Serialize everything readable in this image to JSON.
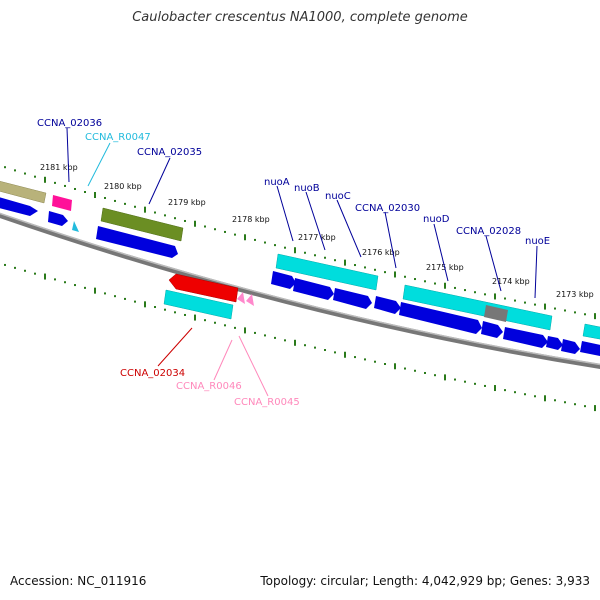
{
  "title": "Caulobacter crescentus NA1000, complete genome",
  "accession_text": "Accession: NC_011916",
  "summary_text": "Topology: circular; Length: 4,042,929 bp; Genes: 3,933",
  "colors": {
    "background": "#ffffff",
    "backbone": "#777777",
    "tick": "#2a7a1a",
    "cds": "#0000dd",
    "gene": "#00dddd",
    "trna": "#ff88cc",
    "rrna": "#dd0000",
    "label_blue": "#000099",
    "label_cyan": "#22bbdd",
    "label_pink": "#ff88bb",
    "label_red": "#cc0000"
  },
  "kbp_labels": [
    "2181 kbp",
    "2180 kbp",
    "2179 kbp",
    "2178 kbp",
    "2177 kbp",
    "2176 kbp",
    "2175 kbp",
    "2174 kbp",
    "2173 kbp"
  ],
  "gene_labels": [
    {
      "text": "CCNA_02036",
      "color_key": "label_blue"
    },
    {
      "text": "CCNA_R0047",
      "color_key": "label_cyan"
    },
    {
      "text": "CCNA_02035",
      "color_key": "label_blue"
    },
    {
      "text": "nuoA",
      "color_key": "label_blue"
    },
    {
      "text": "nuoB",
      "color_key": "label_blue"
    },
    {
      "text": "nuoC",
      "color_key": "label_blue"
    },
    {
      "text": "CCNA_02030",
      "color_key": "label_blue"
    },
    {
      "text": "nuoD",
      "color_key": "label_blue"
    },
    {
      "text": "CCNA_02028",
      "color_key": "label_blue"
    },
    {
      "text": "nuoE",
      "color_key": "label_blue"
    },
    {
      "text": "CCNA_02034",
      "color_key": "label_red"
    },
    {
      "text": "CCNA_R0046",
      "color_key": "label_pink"
    },
    {
      "text": "CCNA_R0045",
      "color_key": "label_pink"
    }
  ]
}
